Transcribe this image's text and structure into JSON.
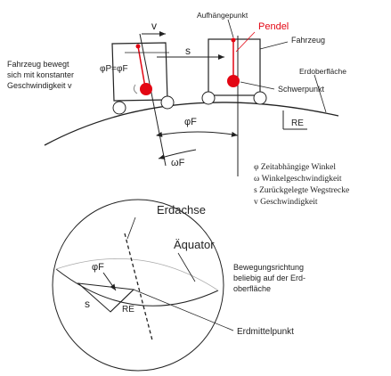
{
  "colors": {
    "line": "#222222",
    "accent": "#e30613",
    "background": "#ffffff"
  },
  "top": {
    "aufhaengepunkt": "Aufhängepunkt",
    "pendel": "Pendel",
    "fahrzeug": "Fahrzeug",
    "erdoberflaeche": "Erdoberfläche",
    "schwerpunkt": "Schwerpunkt",
    "moving_text": [
      "Fahrzeug bewegt",
      "sich mit konstanter",
      "Geschwindigkeit v"
    ],
    "v": "v",
    "s": "s",
    "phi_p_eq": "φP=φF",
    "phi_f": "φF",
    "omega_f": "ωF",
    "r_e": "RE"
  },
  "legend": [
    "φ Zeitabhängige Winkel",
    "ω Winkelgeschwindigkeit",
    "s Zurückgelegte Wegstrecke",
    "v Geschwindigkeit"
  ],
  "bottom": {
    "erdachse": "Erdachse",
    "aequator": "Äquator",
    "phi_f": "φF",
    "s": "s",
    "r_e": "RE",
    "bewegung": [
      "Bewegungsrichtung",
      "beliebig auf der Erd-",
      "oberfläche"
    ],
    "erdmittelpunkt": "Erdmittelpunkt"
  }
}
